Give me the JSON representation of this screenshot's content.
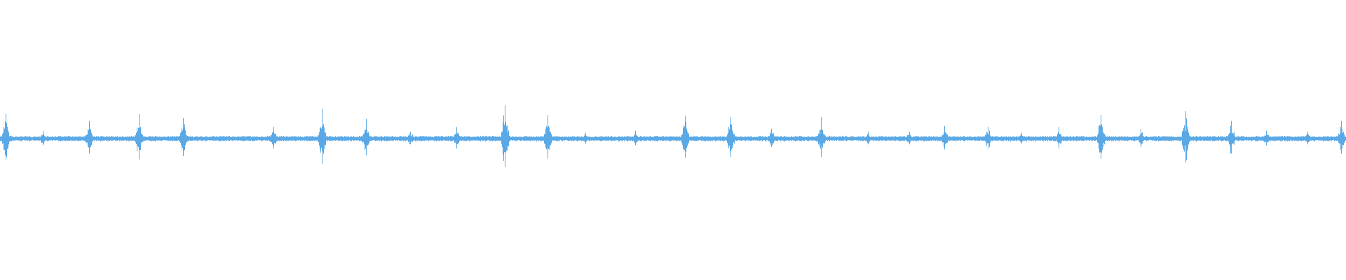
{
  "colors": {
    "background": "#ffffff",
    "waveform": "#5aa9e6"
  },
  "chart_data": {
    "type": "line",
    "title": "",
    "xlabel": "",
    "ylabel": "",
    "grid": false,
    "legend": "none",
    "ylim": [
      -1,
      1
    ],
    "baseline": 0,
    "noise_amplitude": 0.03,
    "x_range": [
      0,
      1
    ],
    "events": [
      {
        "x": 0.004,
        "amp": 0.25
      },
      {
        "x": 0.032,
        "amp": 0.08
      },
      {
        "x": 0.066,
        "amp": 0.18
      },
      {
        "x": 0.103,
        "amp": 0.25
      },
      {
        "x": 0.136,
        "amp": 0.21
      },
      {
        "x": 0.203,
        "amp": 0.12
      },
      {
        "x": 0.239,
        "amp": 0.3
      },
      {
        "x": 0.272,
        "amp": 0.2
      },
      {
        "x": 0.305,
        "amp": 0.07
      },
      {
        "x": 0.339,
        "amp": 0.12
      },
      {
        "x": 0.375,
        "amp": 0.34
      },
      {
        "x": 0.407,
        "amp": 0.24
      },
      {
        "x": 0.435,
        "amp": 0.06
      },
      {
        "x": 0.472,
        "amp": 0.08
      },
      {
        "x": 0.509,
        "amp": 0.23
      },
      {
        "x": 0.543,
        "amp": 0.22
      },
      {
        "x": 0.573,
        "amp": 0.1
      },
      {
        "x": 0.61,
        "amp": 0.22
      },
      {
        "x": 0.645,
        "amp": 0.07
      },
      {
        "x": 0.676,
        "amp": 0.07
      },
      {
        "x": 0.702,
        "amp": 0.13
      },
      {
        "x": 0.734,
        "amp": 0.12
      },
      {
        "x": 0.759,
        "amp": 0.06
      },
      {
        "x": 0.787,
        "amp": 0.12
      },
      {
        "x": 0.818,
        "amp": 0.24
      },
      {
        "x": 0.848,
        "amp": 0.1
      },
      {
        "x": 0.881,
        "amp": 0.28
      },
      {
        "x": 0.915,
        "amp": 0.18
      },
      {
        "x": 0.941,
        "amp": 0.08
      },
      {
        "x": 0.972,
        "amp": 0.07
      },
      {
        "x": 0.997,
        "amp": 0.18
      }
    ]
  }
}
